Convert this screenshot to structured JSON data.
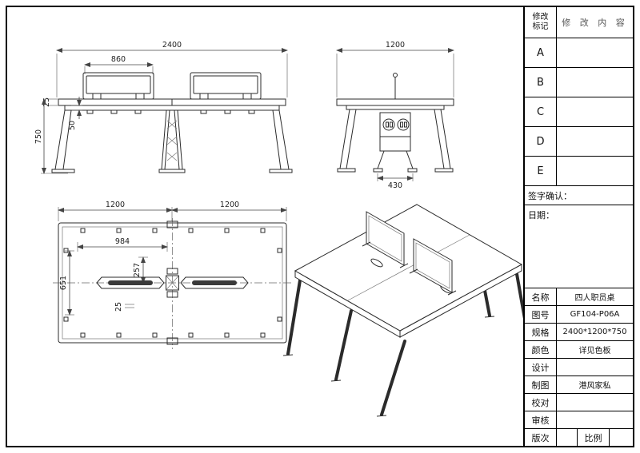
{
  "title_block": {
    "rev_mark_label": "修改\n标记",
    "rev_content_label": "修 改 内 容",
    "rev_rows": [
      "A",
      "B",
      "C",
      "D",
      "E"
    ],
    "sign_label": "签字确认：",
    "date_label": "日期：",
    "info_rows": [
      {
        "label": "名称",
        "value": "四人职员桌"
      },
      {
        "label": "图号",
        "value": "GF104-P06A"
      },
      {
        "label": "规格",
        "value": "2400*1200*750"
      },
      {
        "label": "颜色",
        "value": "详见色板"
      },
      {
        "label": "设计",
        "value": ""
      },
      {
        "label": "制图",
        "value": "港风家私"
      },
      {
        "label": "校对",
        "value": ""
      },
      {
        "label": "审核",
        "value": ""
      }
    ],
    "version_label": "版次",
    "scale_label": "比例"
  },
  "drawings": {
    "front_view": {
      "dim_total_width": "2400",
      "dim_screen_width": "860",
      "dim_height": "750",
      "dim_beam": "50",
      "dim_top_thickness": "25"
    },
    "side_view": {
      "dim_depth": "1200",
      "dim_foot_span": "430"
    },
    "plan_view": {
      "dim_left": "1200",
      "dim_right": "1200",
      "dim_inner": "984",
      "dim_a": "257",
      "dim_b": "651",
      "dim_c": "25"
    }
  },
  "colors": {
    "line": "#2b2b2b",
    "border": "#000000",
    "bg": "#ffffff"
  }
}
